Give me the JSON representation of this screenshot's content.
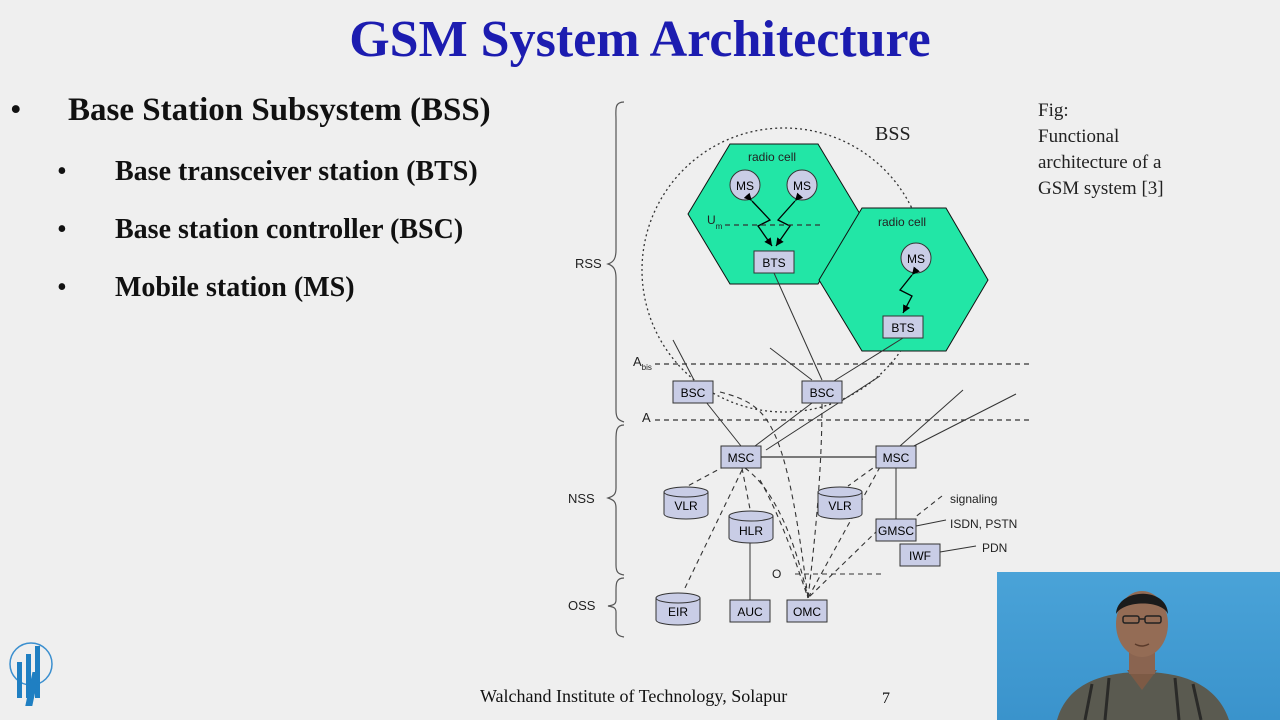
{
  "slide": {
    "title": "GSM System Architecture",
    "bullet_main": "Base Station Subsystem (BSS)",
    "sub_bullets": [
      "Base transceiver station (BTS)",
      "Base station controller (BSC)",
      "Mobile station (MS)"
    ],
    "bullet_char": "•",
    "caption_lines": [
      "Fig:",
      "Functional",
      "architecture of a",
      "GSM system  [3]"
    ],
    "footer": "Walchand Institute of Technology, Solapur",
    "page_number": "7"
  },
  "diagram": {
    "bss_label": "BSS",
    "radio_cell_1": "radio cell",
    "radio_cell_2": "radio cell",
    "ms_label": "MS",
    "bts_label": "BTS",
    "bsc_label": "BSC",
    "msc_label": "MSC",
    "vlr_label": "VLR",
    "hlr_label": "HLR",
    "gmsc_label": "GMSC",
    "iwf_label": "IWF",
    "eir_label": "EIR",
    "auc_label": "AUC",
    "omc_label": "OMC",
    "um_label": "U",
    "um_sub": "m",
    "abis_label": "A",
    "abis_sub": "bis",
    "a_label": "A",
    "o_label": "O",
    "rss_label": "RSS",
    "nss_label": "NSS",
    "oss_label": "OSS",
    "signaling_label": "signaling",
    "isdn_label": "ISDN, PSTN",
    "pdn_label": "PDN",
    "cell_color": "#22e6a6",
    "node_color": "#c9cde6"
  },
  "colors": {
    "title": "#1c1cb0",
    "background": "#efefef"
  }
}
